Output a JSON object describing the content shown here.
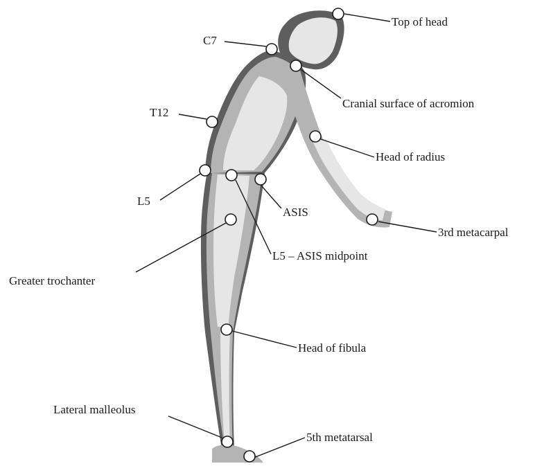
{
  "figure": {
    "landmarks": [
      {
        "id": "top-of-head",
        "label": "Top of head"
      },
      {
        "id": "c7",
        "label": "C7"
      },
      {
        "id": "cranial-surface-of-acromion",
        "label": "Cranial surface of acromion"
      },
      {
        "id": "t12",
        "label": "T12"
      },
      {
        "id": "head-of-radius",
        "label": "Head of radius"
      },
      {
        "id": "l5",
        "label": "L5"
      },
      {
        "id": "asis",
        "label": "ASIS"
      },
      {
        "id": "l5-asis-midpoint",
        "label": "L5 – ASIS midpoint"
      },
      {
        "id": "third-metacarpal",
        "label": "3rd metacarpal"
      },
      {
        "id": "greater-trochanter",
        "label": "Greater trochanter"
      },
      {
        "id": "head-of-fibula",
        "label": "Head of fibula"
      },
      {
        "id": "lateral-malleolus",
        "label": "Lateral malleolus"
      },
      {
        "id": "fifth-metatarsal",
        "label": "5th metatarsal"
      }
    ]
  },
  "colors": {
    "line": "#1a1a1a",
    "marker_fill": "#ffffff",
    "body_light": "#e6e6e6",
    "body_mid": "#b4b4b4",
    "body_dark": "#5e5e5e"
  }
}
